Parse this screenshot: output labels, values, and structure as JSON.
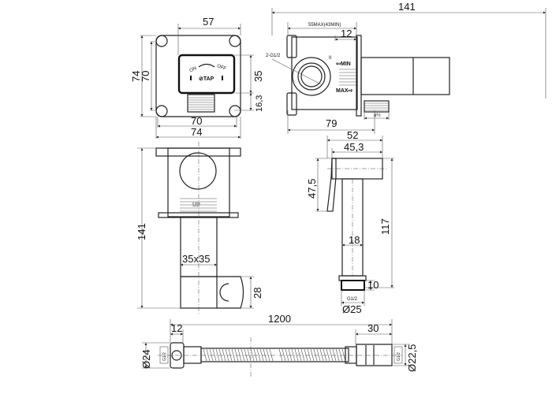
{
  "front_view": {
    "dim_top": "57",
    "dim_left_outer": "74",
    "dim_left_inner": "70",
    "dim_right_panel": "35",
    "dim_right_thread": "16,3",
    "dim_bottom_inner": "70",
    "dim_bottom_outer": "74",
    "label_on": "ON",
    "label_off": "OFF",
    "label_tap": "⊘TAP"
  },
  "side_view": {
    "dim_total": "141",
    "dim_depth": "55MAX(43MIN)",
    "dim_flange": "12",
    "dim_bottom": "79",
    "label_thread": "2-G1/2",
    "label_thread_dia": "ø½",
    "label_min": "⇦MIN",
    "label_max": "MAX⇨",
    "label_ii": "II"
  },
  "holder_view": {
    "dim_height": "141",
    "dim_rod": "35x35",
    "dim_holder": "28",
    "label_up": "UP"
  },
  "handset_view": {
    "dim_width": "52",
    "dim_body": "45,3",
    "dim_handle": "47,5",
    "dim_height": "117",
    "dim_stem": "18",
    "dim_thread": "10",
    "label_thread": "G1/2",
    "dim_dia": "Ø25"
  },
  "hose_view": {
    "dim_length": "1200",
    "dim_left_nut": "12",
    "dim_right_fitting": "30",
    "dim_left_dia": "Ø24",
    "dim_right_dia": "Ø22,5",
    "label_left_thread": "G1/2",
    "label_right_thread": "G1/2"
  }
}
